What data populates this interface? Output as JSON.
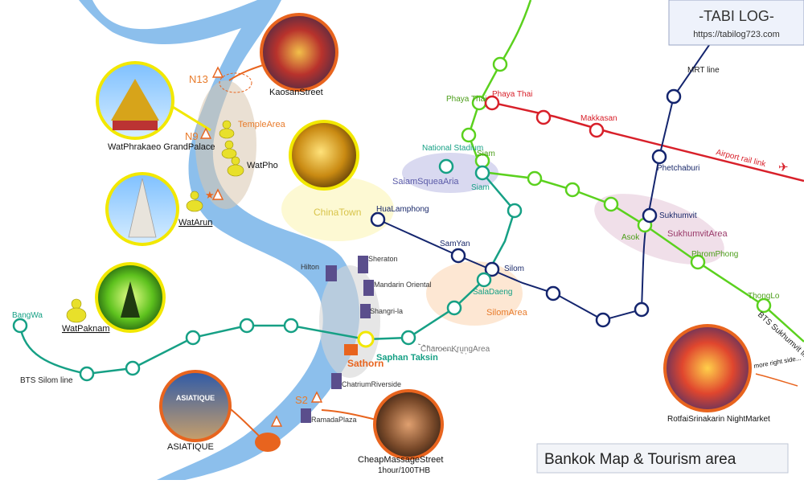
{
  "brand": {
    "title": "-TABI LOG-",
    "url": "https://tabilog723.com"
  },
  "map_title": "Bankok Map & Tourism area",
  "colors": {
    "river": "#7fb8ea",
    "bts_silom": "#16a085",
    "bts_sukhumvit": "#5bd11e",
    "airport_link": "#d8202a",
    "mrt": "#14256e",
    "photo_ring": "#e8641e",
    "temple_ring": "#f2e800",
    "temple_icon": "#e8e02a"
  },
  "lines": {
    "mrt": "MRT line",
    "airport": "Airport rail link",
    "silom": "BTS Silom line",
    "sukhumvit": "BTS Sukhumvit line"
  },
  "areas": {
    "temple": "TempleArea",
    "chinatown": "ChinaTown",
    "siam": "SaiamSqueaAria",
    "silom": "SilomArea",
    "sukhumvit": "SukhumvitArea",
    "charoenkrung": "CharoenKrungArea"
  },
  "piers": {
    "n13": "N13",
    "n9": "N9",
    "s2": "S2"
  },
  "stations": {
    "phaya_thai_bts": "Phaya Thai",
    "phaya_thai_arl": "Phaya Thai",
    "makkasan": "Makkasan",
    "national_stadium": "National Stadium",
    "siam_top": "Siam",
    "siam_bottom": "Siam",
    "phetchaburi": "Phetchaburi",
    "sukhumvit": "Sukhumvit",
    "asok": "Asok",
    "phrom_phong": "PhromPhong",
    "thong_lo": "ThongLo",
    "hua_lamphong": "HuaLamphong",
    "sam_yan": "SamYan",
    "silom": "Silom",
    "sala_daeng": "SalaDaeng",
    "saphan_taksin": "Saphan Taksin",
    "bang_wa": "BangWa"
  },
  "sathorn_pier": "Sathorn",
  "hotels": {
    "hilton": "Hilton",
    "sheraton": "Sheraton",
    "mandarin": "Mandarin Oriental",
    "shangrila": "Shangri-la",
    "chatrium": "ChatriumRiverside",
    "ramada": "RamadaPlaza"
  },
  "places": {
    "kaosan": "KaosanStreet",
    "grand_palace": "WatPhrakaeo GrandPalace",
    "wat_pho": "WatPho",
    "wat_arun": "WatArun",
    "wat_paknam": "WatPaknam",
    "asiatique": "ASIATIQUE",
    "massage": "CheapMassageStreet",
    "massage_price": "1hour/100THB",
    "rotfai": "RotfaiSrinakarin NightMarket",
    "more_right": "more right side..."
  },
  "photo_signs": {
    "asiatique": "ASIATIQUE"
  }
}
